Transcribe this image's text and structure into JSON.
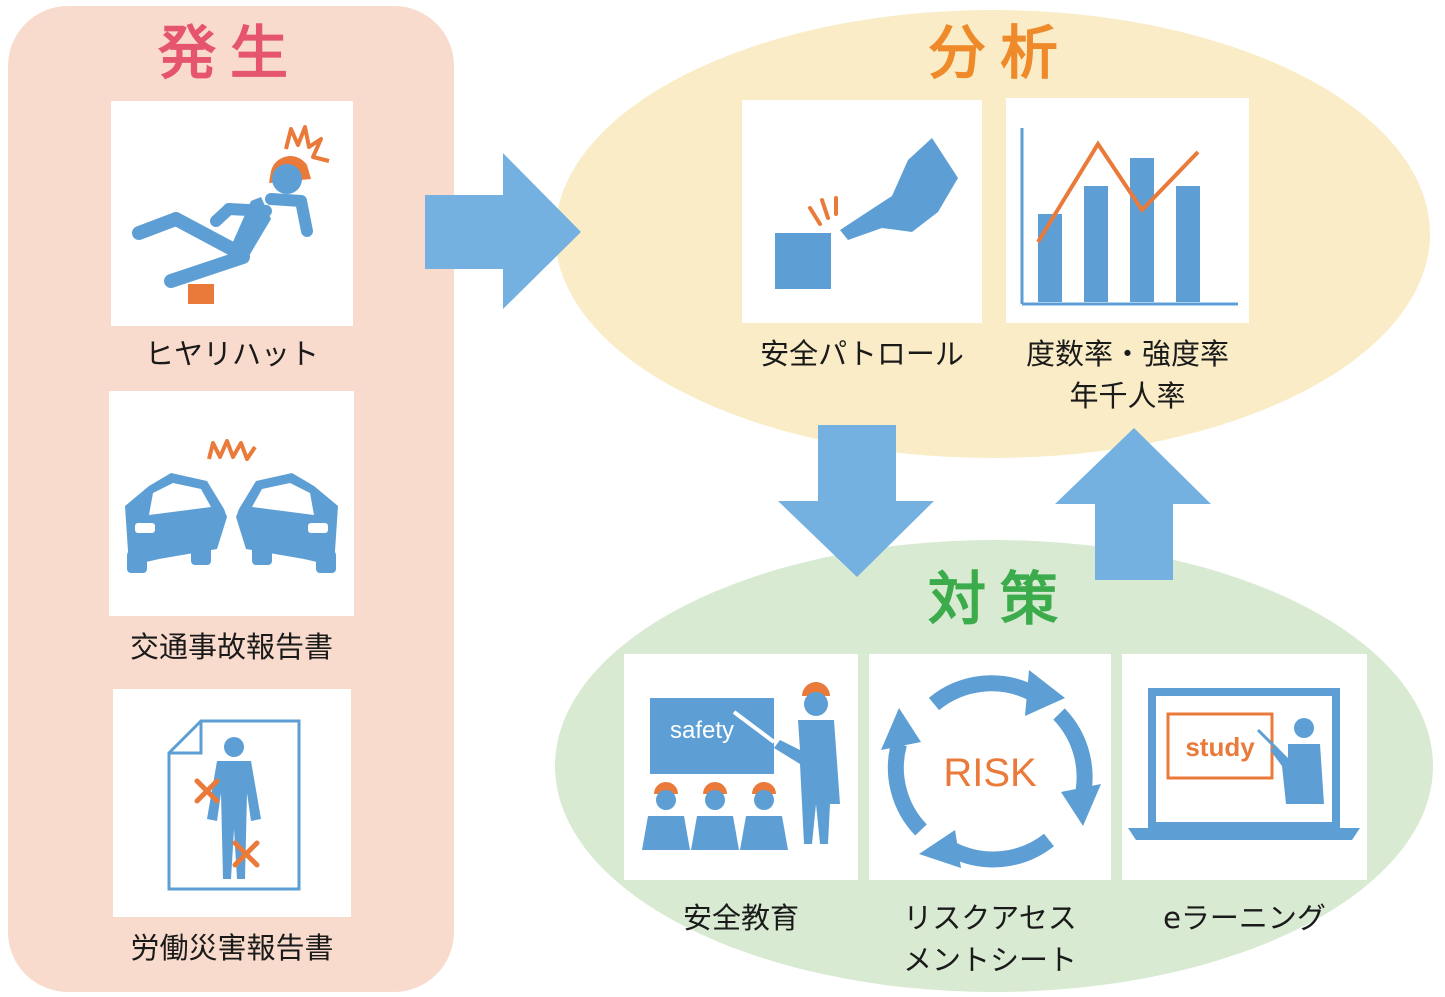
{
  "colors": {
    "hassei_panel": "#f9dbcd",
    "bunseki_panel": "#f9ecc6",
    "taisaku_panel": "#d8ead2",
    "hassei_heading": "#e5566e",
    "bunseki_heading": "#ef8a2a",
    "taisaku_heading": "#3bab4c",
    "arrow": "#74b0e0",
    "icon_blue": "#5d9fd4",
    "icon_orange": "#ea7a3a"
  },
  "hassei": {
    "heading": "発生",
    "items": [
      {
        "icon": "falling-worker-icon",
        "label": "ヒヤリハット"
      },
      {
        "icon": "car-collision-icon",
        "label": "交通事故報告書"
      },
      {
        "icon": "injury-report-icon",
        "label": "労働災害報告書"
      }
    ]
  },
  "bunseki": {
    "heading": "分析",
    "items": [
      {
        "icon": "pointing-hand-icon",
        "label": "安全パトロール"
      },
      {
        "icon": "bar-line-chart-icon",
        "label_line1": "度数率・強度率",
        "label_line2": "年千人率"
      }
    ]
  },
  "taisaku": {
    "heading": "対策",
    "items": [
      {
        "icon": "classroom-icon",
        "label": "安全教育",
        "board_text": "safety"
      },
      {
        "icon": "risk-cycle-icon",
        "label_line1": "リスクアセス",
        "label_line2": "メントシート",
        "center_text": "RISK"
      },
      {
        "icon": "laptop-lesson-icon",
        "label": "eラーニング",
        "screen_text": "study"
      }
    ]
  }
}
